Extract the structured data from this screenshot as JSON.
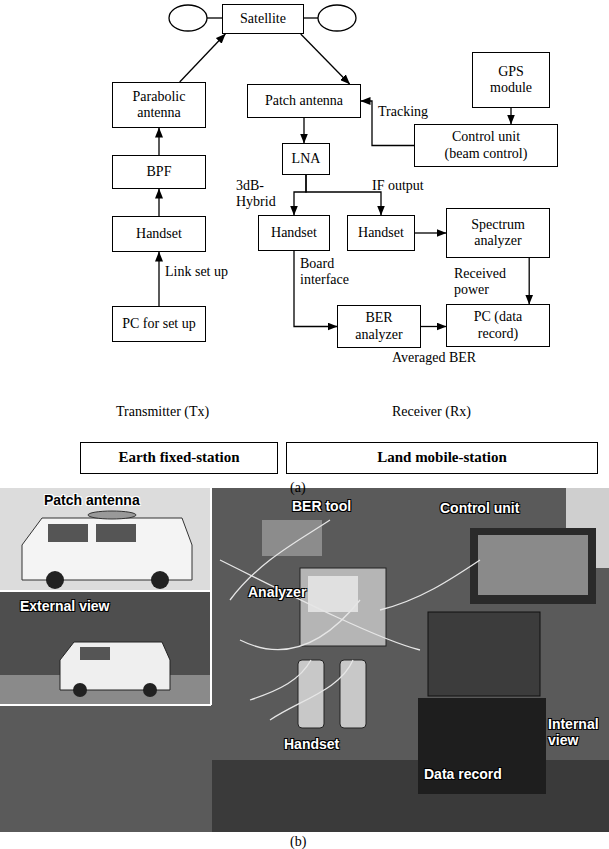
{
  "diagram": {
    "nodes": [
      {
        "text": [
          "Satellite"
        ]
      },
      {
        "text": [
          "Parabolic antenna"
        ]
      },
      {
        "text": [
          "BPF"
        ]
      },
      {
        "text": [
          "Handset"
        ]
      },
      {
        "text": [
          "PC for set up"
        ]
      },
      {
        "text": [
          "Patch antenna"
        ]
      },
      {
        "text": [
          "GPS module"
        ]
      },
      {
        "text": [
          "LNA"
        ]
      },
      {
        "text": [
          "Control unit (beam control)"
        ]
      },
      {
        "text": [
          "Handset"
        ]
      },
      {
        "text": [
          "Handset"
        ]
      },
      {
        "text": [
          "Spectrum analyzer"
        ]
      },
      {
        "text": [
          "BER analyzer"
        ]
      },
      {
        "text": [
          "PC (data record)"
        ]
      },
      {
        "text": [
          "Earth fixed-station"
        ]
      },
      {
        "text": [
          "Land mobile-station"
        ]
      }
    ],
    "edges": [
      {
        "from": 3,
        "to": 2,
        "arrow": "to"
      },
      {
        "from": 2,
        "to": 1,
        "arrow": "to"
      },
      {
        "from": 4,
        "to": 3,
        "arrow": "to",
        "label": "Link set up"
      },
      {
        "from": 1,
        "to": 0,
        "arrow": "to"
      },
      {
        "from": 0,
        "to": 5,
        "arrow": "to"
      },
      {
        "from": 5,
        "to": 7,
        "arrow": "to"
      },
      {
        "from": 7,
        "to": 9,
        "arrow": "to"
      },
      {
        "from": 7,
        "to": 10,
        "arrow": "to"
      },
      {
        "from": 10,
        "to": 11,
        "arrow": "to"
      },
      {
        "from": 11,
        "to": 13,
        "arrow": "to",
        "label": "Received power"
      },
      {
        "from": 9,
        "to": 12,
        "arrow": "to",
        "label": "Board interface"
      },
      {
        "from": 12,
        "to": 13,
        "arrow": "to",
        "label": "Averaged BER"
      },
      {
        "from": 6,
        "to": 8,
        "arrow": "to"
      },
      {
        "from": 8,
        "to": 5,
        "arrow": "to",
        "label": "Tracking"
      }
    ],
    "labels": [
      "Transmitter (Tx)",
      "Receiver (Rx)",
      "(a)",
      "3dB- Hybrid",
      "IF output",
      "Patch antenna",
      "External view",
      "BER tool",
      "Control unit",
      "Analyzer",
      "Internal view",
      "Handset",
      "Data record",
      "(b)"
    ]
  }
}
